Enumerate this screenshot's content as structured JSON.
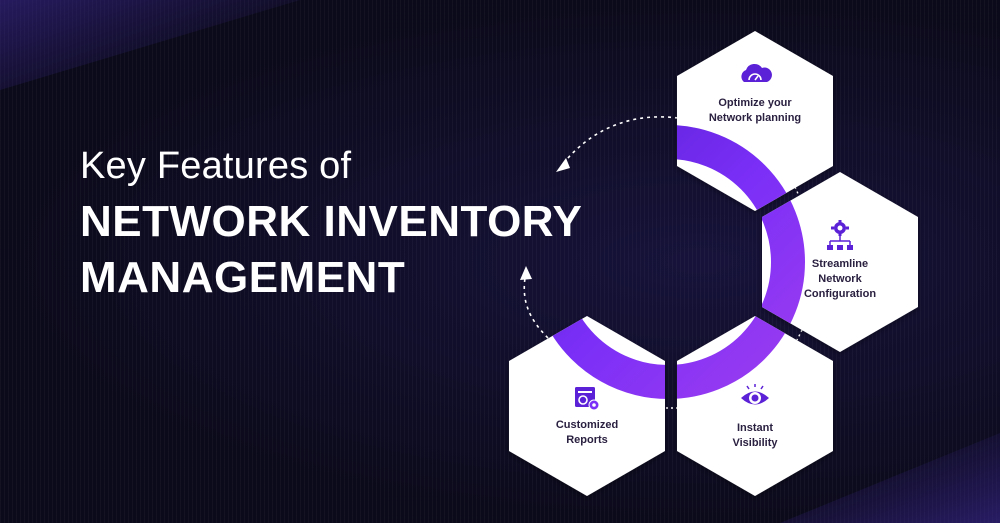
{
  "heading": {
    "line1": "Key Features of",
    "line2": "NETWORK INVENTORY",
    "line3": "MANAGEMENT"
  },
  "features": [
    {
      "line1": "Optimize your",
      "line2": "Network planning",
      "line3": "",
      "icon": "cloud-speedometer-icon"
    },
    {
      "line1": "Streamline",
      "line2": "Network",
      "line3": "Configuration",
      "icon": "gear-network-icon"
    },
    {
      "line1": "Instant",
      "line2": "Visibility",
      "line3": "",
      "icon": "eye-icon"
    },
    {
      "line1": "Customized",
      "line2": "Reports",
      "line3": "",
      "icon": "report-gear-icon"
    }
  ],
  "colors": {
    "accent_purple": "#7b2ff7",
    "accent_violet": "#5b21d6",
    "hex_fill": "#ffffff",
    "background": "#0d0b1e"
  }
}
